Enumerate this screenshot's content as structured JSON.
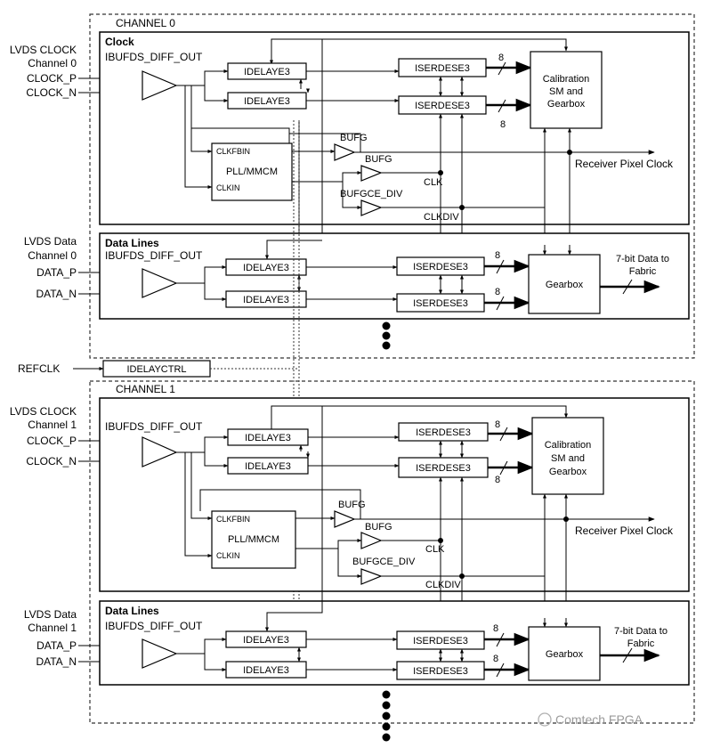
{
  "channels": [
    {
      "title": "CHANNEL 0",
      "clock_src": [
        "LVDS CLOCK",
        "Channel 0"
      ],
      "clock_pins": [
        "CLOCK_P",
        "CLOCK_N"
      ],
      "data_src": [
        "LVDS Data",
        "Channel 0"
      ],
      "data_pins": [
        "DATA_P",
        "DATA_N"
      ]
    },
    {
      "title": "CHANNEL 1",
      "clock_src": [
        "LVDS CLOCK",
        "Channel 1"
      ],
      "clock_pins": [
        "CLOCK_P",
        "CLOCK_N"
      ],
      "data_src": [
        "LVDS Data",
        "Channel 1"
      ],
      "data_pins": [
        "DATA_P",
        "DATA_N"
      ]
    }
  ],
  "labels": {
    "clock_section": "Clock",
    "data_section": "Data Lines",
    "ibufds": "IBUFDS_DIFF_OUT",
    "idelay": "IDELAYE3",
    "iserdes": "ISERDESE3",
    "calibration": [
      "Calibration",
      "SM and",
      "Gearbox"
    ],
    "gearbox": "Gearbox",
    "pll": "PLL/MMCM",
    "clkfbin": "CLKFBIN",
    "clkin": "CLKIN",
    "bufg": "BUFG",
    "bufgce_div": "BUFGCE_DIV",
    "clk": "CLK",
    "clkdiv": "CLKDIV",
    "pixel_clock": "Receiver Pixel Clock",
    "fabric_out": [
      "7-bit Data to",
      "Fabric"
    ],
    "bus_width": "8"
  },
  "refclk": "REFCLK",
  "idelayctrl": "IDELAYCTRL",
  "watermark": "Comtech FPGA"
}
